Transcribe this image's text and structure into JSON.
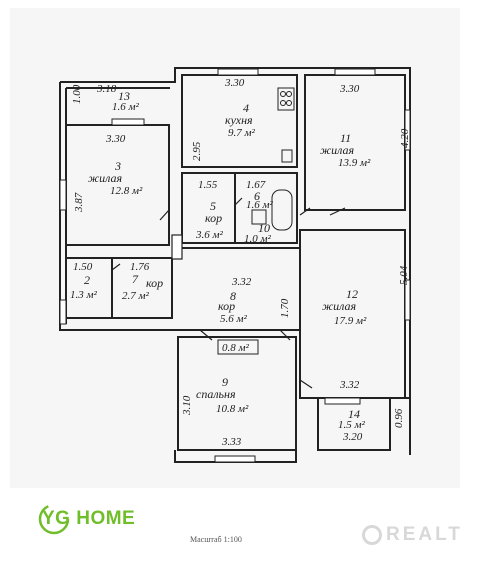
{
  "plan": {
    "dims": {
      "r3_top": "3.18",
      "r3_mid": "3.30",
      "r4_top": "3.30",
      "r11_top": "3.30",
      "r4_side": "2.95",
      "r11_side": "4.20",
      "r3_side": "3.87",
      "r5_top": "1.55",
      "r6_top": "1.67",
      "r12_side": "5.04",
      "r2_top": "1.50",
      "r7_top": "1.76",
      "hall_mid": "3.32",
      "r8_side": "1.70",
      "r12_bottom": "3.32",
      "r9_side": "3.10",
      "r9_bottom": "3.33",
      "r13_side": "0.96"
    },
    "rooms": [
      {
        "num": "13",
        "name": "",
        "area": "1.6 м²"
      },
      {
        "num": "3",
        "name": "жилая",
        "area": "12.8 м²"
      },
      {
        "num": "4",
        "name": "кухня",
        "area": "9.7 м²"
      },
      {
        "num": "11",
        "name": "жилая",
        "area": "13.9 м²"
      },
      {
        "num": "5",
        "name": "кор",
        "area": "3.6 м²"
      },
      {
        "num": "6",
        "name": "",
        "area": "1.6 м²"
      },
      {
        "num": "10",
        "name": "",
        "area": "1.0 м²"
      },
      {
        "num": "2",
        "name": "",
        "area": "1.3 м²"
      },
      {
        "num": "7",
        "name": "кор",
        "area": "2.7 м²"
      },
      {
        "num": "8",
        "name": "кор",
        "area": "5.6 м²"
      },
      {
        "num": "12",
        "name": "жилая",
        "area": "17.9 м²"
      },
      {
        "num": "9",
        "name": "спальня",
        "area": "10.8 м²"
      },
      {
        "num": "14",
        "name": "",
        "area": "1.5 м²"
      }
    ],
    "extra_labels": {
      "left_stub": "1.00",
      "balcony_dim": "3.20",
      "closet_area": "0.8 м²"
    }
  },
  "branding": {
    "logo": "YG HOME",
    "scale_text": "Масштаб 1:100",
    "watermark": "REALT"
  },
  "colors": {
    "paper": "#ffffff",
    "ink": "#222222",
    "logo": "#6fbe2a",
    "watermark": "#d8d8d8"
  }
}
